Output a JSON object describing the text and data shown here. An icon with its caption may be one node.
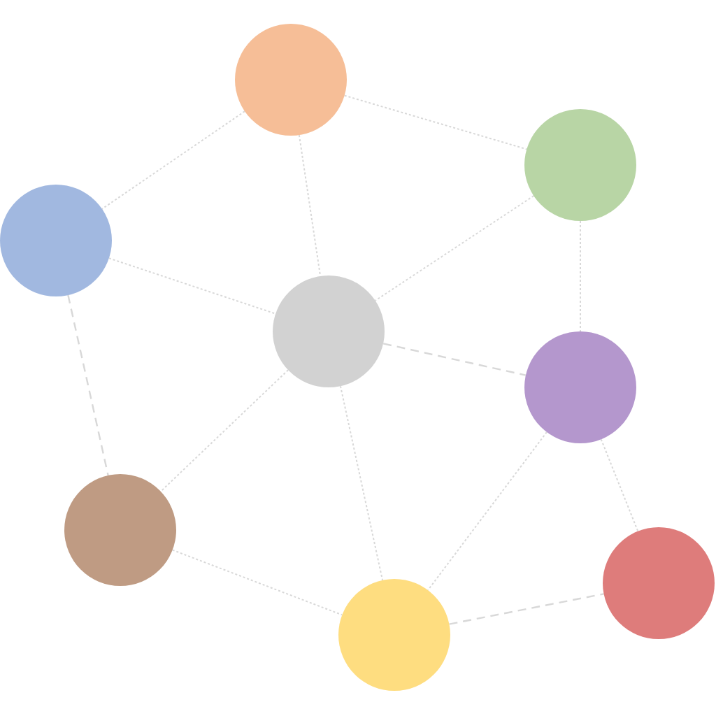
{
  "diagram": {
    "nodes": [
      {
        "text": [],
        "shape": "circle"
      },
      {
        "text": [],
        "shape": "circle"
      },
      {
        "text": [],
        "shape": "circle"
      },
      {
        "text": [],
        "shape": "circle"
      },
      {
        "text": [],
        "shape": "circle"
      },
      {
        "text": [],
        "shape": "circle"
      },
      {
        "text": [],
        "shape": "circle"
      },
      {
        "text": [],
        "shape": "circle"
      }
    ],
    "edges": [
      {
        "from": 0,
        "to": 2,
        "arrow": "none"
      },
      {
        "from": 0,
        "to": 1,
        "arrow": "none"
      },
      {
        "from": 0,
        "to": 3,
        "arrow": "none"
      },
      {
        "from": 1,
        "to": 3,
        "arrow": "none"
      },
      {
        "from": 1,
        "to": 4,
        "arrow": "none"
      },
      {
        "from": 2,
        "to": 3,
        "arrow": "none"
      },
      {
        "from": 2,
        "to": 5,
        "arrow": "none",
        "style": "dashed"
      },
      {
        "from": 3,
        "to": 4,
        "arrow": "none",
        "style": "dashed"
      },
      {
        "from": 3,
        "to": 5,
        "arrow": "none"
      },
      {
        "from": 3,
        "to": 7,
        "arrow": "none"
      },
      {
        "from": 4,
        "to": 7,
        "arrow": "none"
      },
      {
        "from": 4,
        "to": 6,
        "arrow": "none"
      },
      {
        "from": 5,
        "to": 7,
        "arrow": "none"
      },
      {
        "from": 7,
        "to": 6,
        "arrow": "none",
        "style": "dashed"
      }
    ]
  }
}
